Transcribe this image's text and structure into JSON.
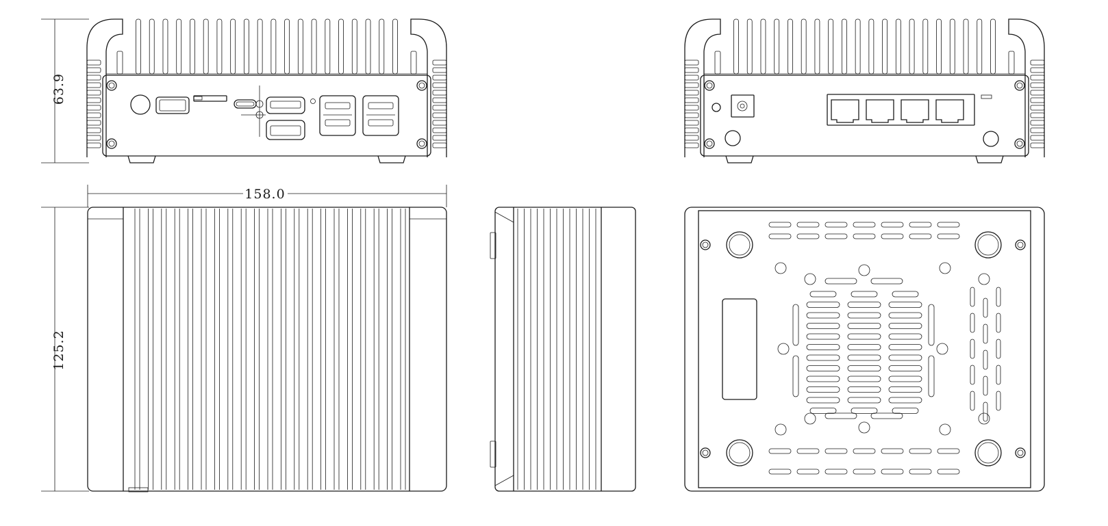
{
  "dimensions": {
    "height": "63.9",
    "width": "158.0",
    "depth": "125.2"
  },
  "views": [
    "front-view",
    "back-view",
    "top-view",
    "side-view",
    "bottom-view"
  ],
  "colors": {
    "line": "#1a1a1a",
    "background": "#ffffff"
  }
}
